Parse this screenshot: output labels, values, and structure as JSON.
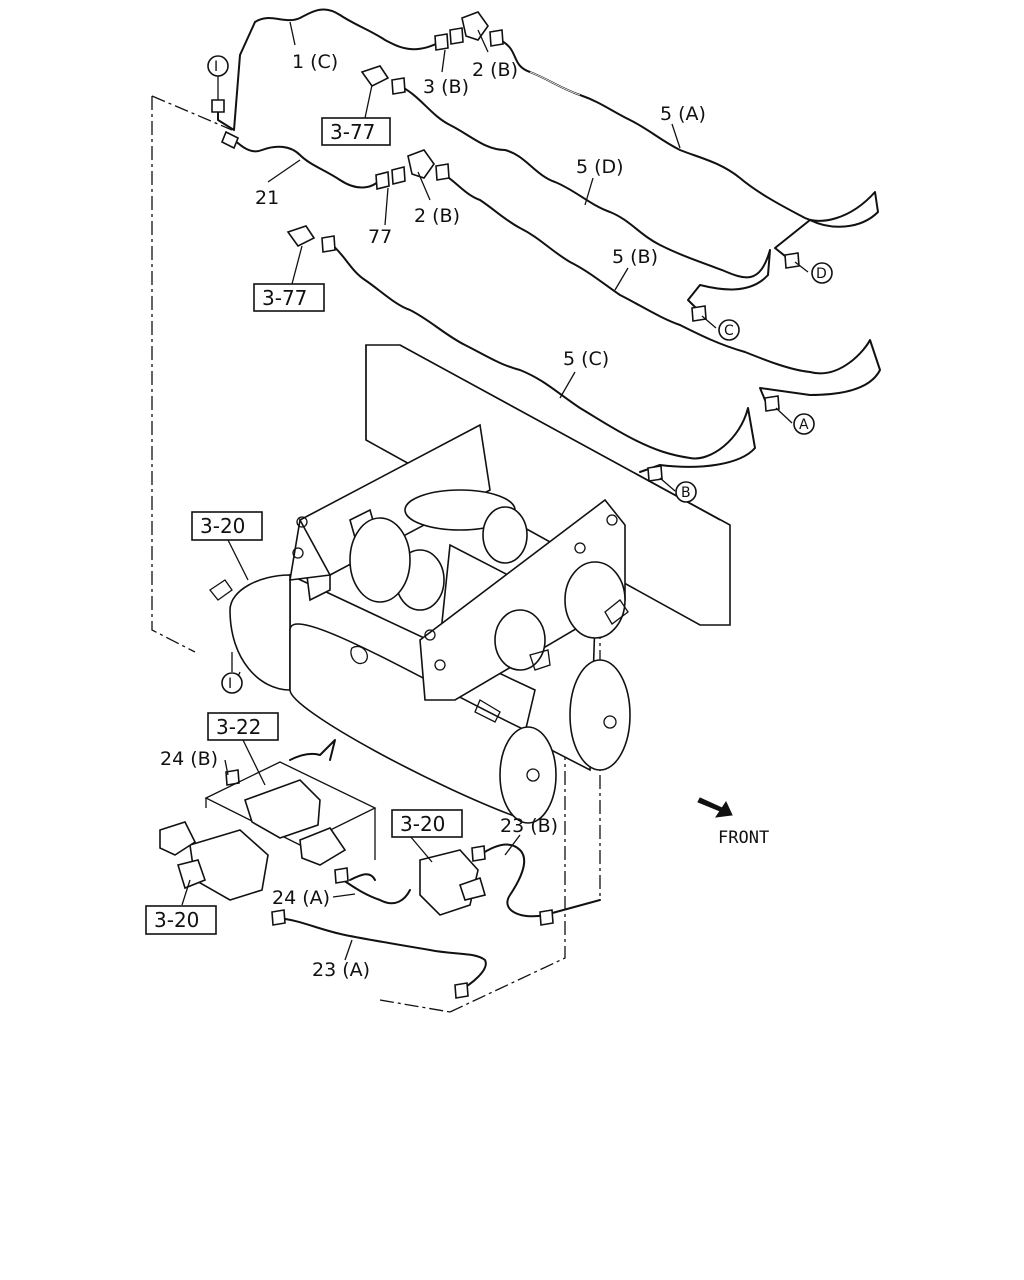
{
  "labels": {
    "l1c": "1 (C)",
    "l3b": "3 (B)",
    "l2b_top": "2 (B)",
    "l5a": "5 (A)",
    "l5d": "5 (D)",
    "l5b": "5 (B)",
    "l5c": "5 (C)",
    "l21": "21",
    "l77": "77",
    "l2b_mid": "2 (B)",
    "l24b": "24 (B)",
    "l24a": "24 (A)",
    "l23a": "23 (A)",
    "l23b": "23 (B)",
    "front": "FRONT"
  },
  "refs": {
    "r377_top": "3-77",
    "r377_mid": "3-77",
    "r320_left": "3-20",
    "r322": "3-22",
    "r320_mid": "3-20",
    "r320_bottom": "3-20"
  },
  "connectors": {
    "i_top": "I",
    "i_bottom": "I",
    "d": "D",
    "c": "C",
    "a": "A",
    "b": "B"
  },
  "icons": {
    "front_arrow": "front-arrow-icon"
  }
}
